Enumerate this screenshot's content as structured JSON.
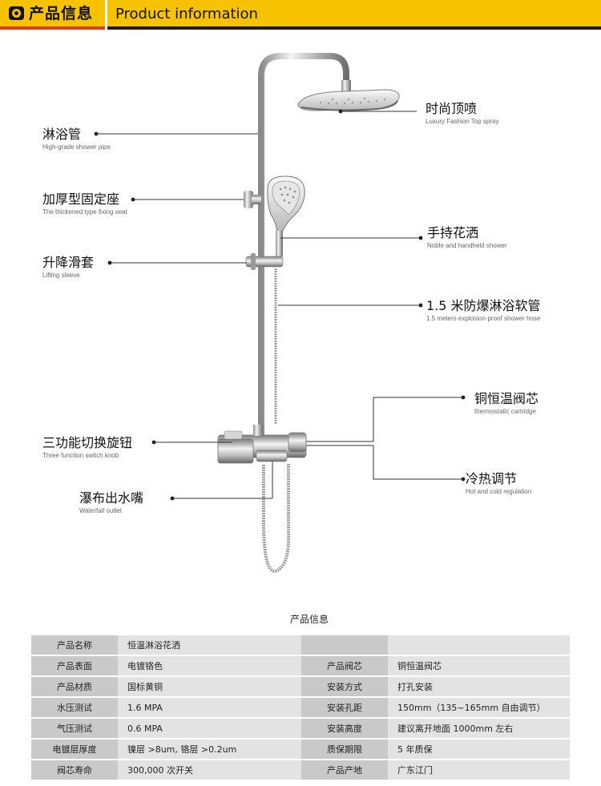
{
  "header": {
    "title_cn": "产品信息",
    "title_en": "Product information",
    "icon": "camera-icon",
    "accent_color": "#f7c300",
    "red_accent": "#e13b22"
  },
  "callouts": {
    "top_spray": {
      "cn": "时尚顶喷",
      "en": "Luxury Fashion Top spray"
    },
    "shower_pipe": {
      "cn": "淋浴管",
      "en": "High-grade shower pipe"
    },
    "fixing_seat": {
      "cn": "加厚型固定座",
      "en": "The thickened type fixing seat"
    },
    "handheld": {
      "cn": "手持花洒",
      "en": "Noble and handheld shower"
    },
    "lifting_sleeve": {
      "cn": "升降滑套",
      "en": "Lifting sleeve"
    },
    "hose": {
      "cn": "1.5 米防爆淋浴软管",
      "en": "1.5 meters explosion-proof shower hose"
    },
    "cartridge": {
      "cn": "铜恒温阀芯",
      "en": "thermostatic cartridge"
    },
    "switch_knob": {
      "cn": "三功能切换旋钮",
      "en": "Three function switch knob"
    },
    "regulation": {
      "cn": "冷热调节",
      "en": "Hot and cold regulation"
    },
    "waterfall": {
      "cn": "瀑布出水嘴",
      "en": "Waterfall outlet"
    }
  },
  "spec": {
    "title": "产品信息",
    "rows": [
      {
        "k1": "产品名称",
        "v1": "恒温淋浴花洒",
        "k2": "",
        "v2": ""
      },
      {
        "k1": "产品表面",
        "v1": "电镀铬色",
        "k2": "产品阀芯",
        "v2": "铜恒温阀芯"
      },
      {
        "k1": "产品材质",
        "v1": "国标黄铜",
        "k2": "安装方式",
        "v2": "打孔安装"
      },
      {
        "k1": "水压测试",
        "v1": "1.6 MPA",
        "k2": "安装孔距",
        "v2": "150mm（135~165mm 自由调节）"
      },
      {
        "k1": "气压测试",
        "v1": "0.6 MPA",
        "k2": "安装高度",
        "v2": "建议离开地面 1000mm 左右"
      },
      {
        "k1": "电镀层厚度",
        "v1": "镍层 >8um, 铬层 >0.2um",
        "k2": "质保期限",
        "v2": "5 年质保"
      },
      {
        "k1": "阀芯寿命",
        "v1": "300,000 次开关",
        "k2": "产品产地",
        "v2": "广东江门"
      }
    ]
  }
}
